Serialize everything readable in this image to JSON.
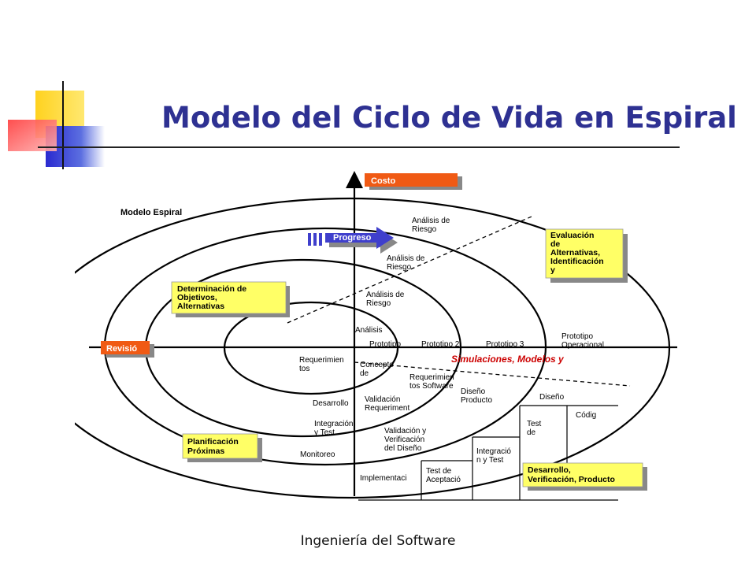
{
  "slide": {
    "title": "Modelo del Ciclo de Vida en Espiral",
    "footer": "Ingeniería del Software"
  },
  "diagram": {
    "caption": "Modelo Espiral",
    "axis_labels": {
      "cost": "Costo",
      "review": "Revisió",
      "progress": "Progreso"
    },
    "quadrant_boxes": {
      "top_left": [
        "Determinación de",
        "Objetivos,",
        "Alternativas"
      ],
      "top_right": [
        "Evaluación",
        "de",
        "Alternativas,",
        "Identificación",
        "y"
      ],
      "bottom_left": [
        "Planificación",
        "Próximas"
      ],
      "bottom_right": [
        "Desarrollo,",
        "Verificación, Producto"
      ]
    },
    "risk_analysis": [
      [
        "Análisis de",
        "Riesgo"
      ],
      [
        "Análisis de",
        "Riesgo"
      ],
      [
        "Análisis de",
        "Riesgo"
      ],
      [
        "Análisis"
      ]
    ],
    "prototypes": [
      "Prototipo",
      "Prototipo 2",
      "Prototipo 3",
      [
        "Prototipo",
        "Operacional"
      ]
    ],
    "simulations": "Simulaciones, Modelos y",
    "left_side": {
      "requirements": [
        "Requerimien",
        "tos"
      ],
      "development": "Desarrollo",
      "integration": [
        "Integración",
        "y Test"
      ],
      "monitoring": "Monitoreo"
    },
    "inner": {
      "concept": [
        "Concepto",
        "de"
      ],
      "software_reqs": [
        "Requerimien",
        "tos Software"
      ],
      "validation_reqs": [
        "Validación",
        "Requeriment"
      ],
      "product_design": [
        "Diseño",
        "Producto"
      ],
      "design_validation": [
        "Validación y",
        "Verificación",
        "del Diseño"
      ]
    },
    "waterfall": {
      "design": "Diseño",
      "code": "Códig",
      "unit_test": [
        "Test",
        "de"
      ],
      "integration_test": [
        "Integració",
        "n y Test"
      ],
      "acceptance_test": [
        "Test de",
        "Aceptació"
      ],
      "implementation": "Implementaci"
    },
    "colors": {
      "title": "#2e3192",
      "orange_label": "#f05a14",
      "yellow_box": "#ffff66",
      "progress_arrow": "#3f3fcc",
      "simulations_text": "#cc0000"
    }
  }
}
